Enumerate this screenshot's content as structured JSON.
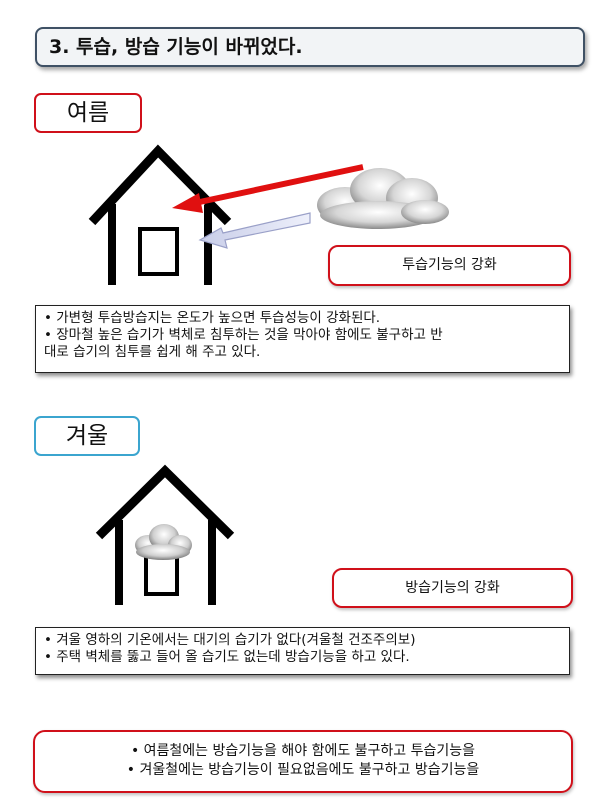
{
  "header": {
    "title": "3.  투습, 방습 기능이 바뀌었다."
  },
  "summer": {
    "tag": "여름",
    "function_label": "투습기능의 강화",
    "notes": [
      "• 가변형 투습방습지는 온도가 높으면 투습성능이 강화된다.",
      "• 장마철 높은 습기가 벽체로 침투하는 것을 막아야 함에도 불구하고 반",
      "대로 습기의 침투를 쉽게 해 주고 있다."
    ]
  },
  "winter": {
    "tag": "겨울",
    "function_label": "방습기능의 강화",
    "notes": [
      "• 겨울 영하의 기온에서는 대기의 습기가 없다(겨울철 건조주의보)",
      "• 주택 벽체를 뚫고 들어 올  습기도 없는데 방습기능을 하고 있다."
    ]
  },
  "conclusion": {
    "lines": [
      "• 여름철에는 방습기능을 해야 함에도 불구하고 투습기능을",
      "• 겨울철에는 방습기능이 필요없음에도 불구하고 방습기능을"
    ]
  },
  "colors": {
    "accent_red": "#d0101a",
    "accent_blue": "#3ba5cf",
    "title_border": "#3f5165"
  },
  "icons": {
    "summer_house": "house-icon",
    "winter_house": "house-icon",
    "moisture_cloud": "cloud-icon",
    "inflow_arrow": "arrow-left-icon"
  }
}
